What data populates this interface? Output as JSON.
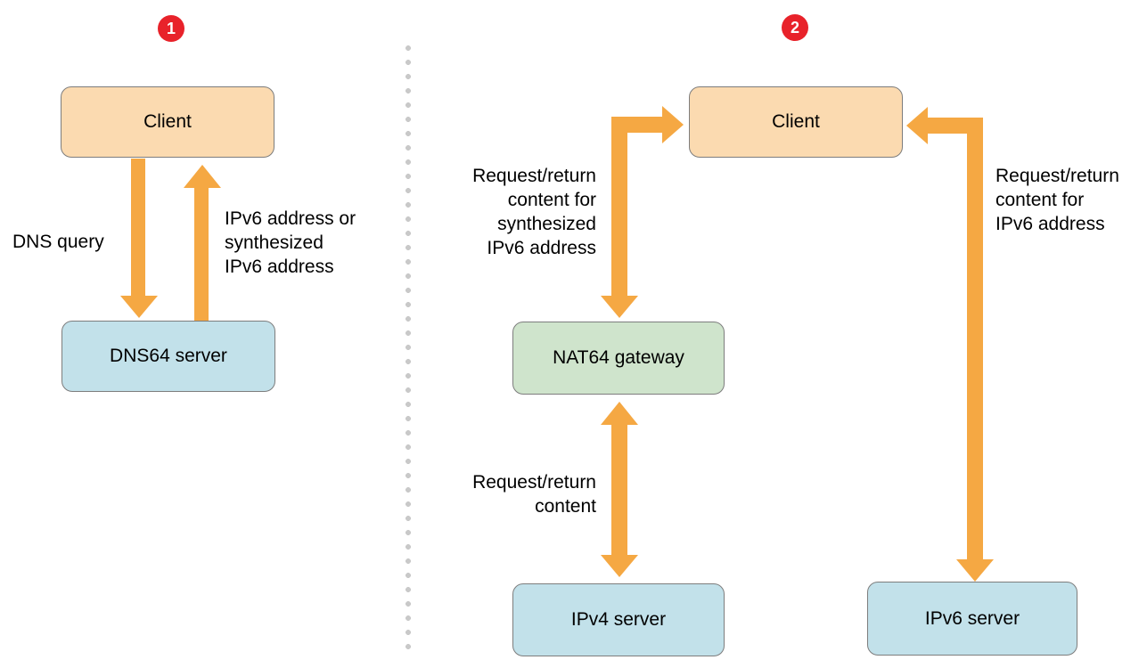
{
  "colors": {
    "orange": "#f5a843",
    "red": "#e8222a",
    "peach": "#fbdab0",
    "blue": "#c2e1ea",
    "green": "#cfe4cc",
    "border": "#7d7d7d",
    "dot": "#c9c9c9",
    "text": "#000000",
    "bg": "#ffffff"
  },
  "panel1": {
    "badge": "1",
    "client": "Client",
    "dns64_server": "DNS64 server",
    "label_dns_query": "DNS query",
    "label_response": "IPv6 address or\nsynthesized\nIPv6 address"
  },
  "panel2": {
    "badge": "2",
    "client": "Client",
    "nat64_gateway": "NAT64 gateway",
    "ipv4_server": "IPv4 server",
    "ipv6_server": "IPv6 server",
    "label_client_nat64": "Request/return\ncontent for\nsynthesized\nIPv6 address",
    "label_nat64_ipv4": "Request/return\ncontent",
    "label_client_ipv6": "Request/return\ncontent for\nIPv6 address"
  }
}
